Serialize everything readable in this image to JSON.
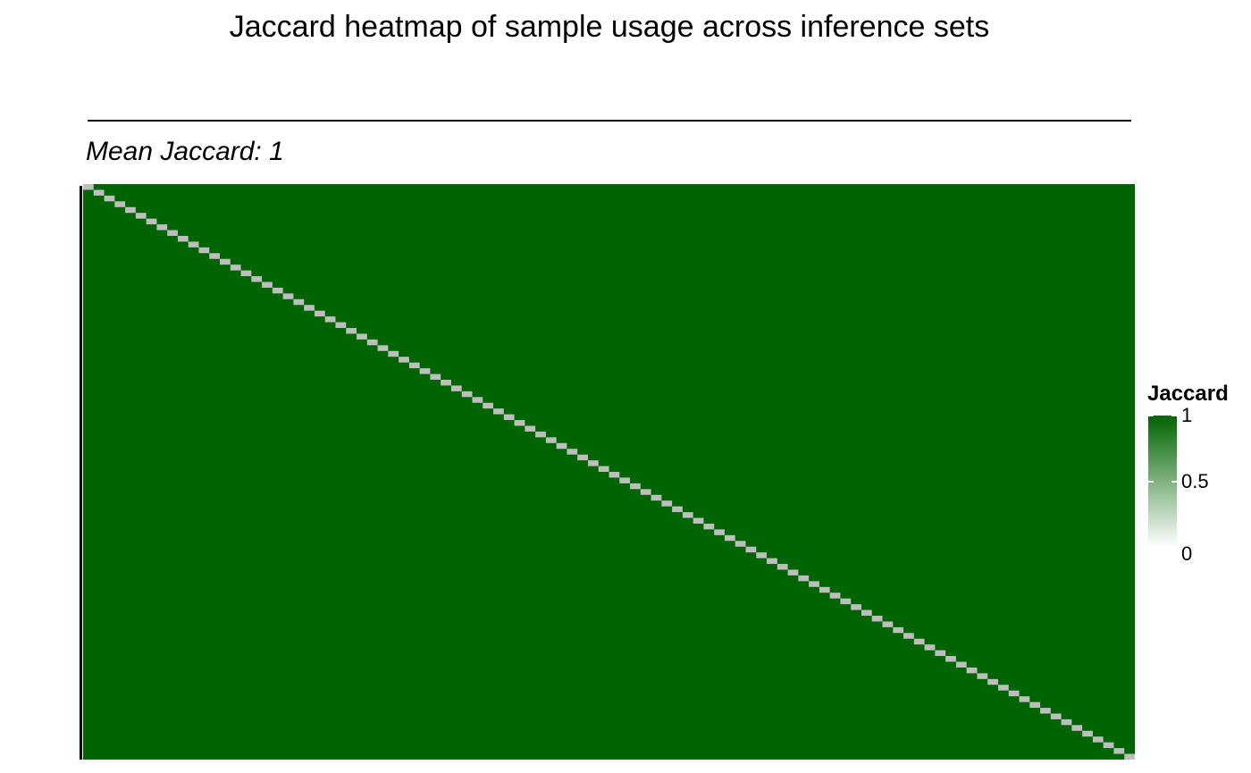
{
  "chart_data": {
    "type": "heatmap",
    "title": "Jaccard heatmap of sample usage across inference sets",
    "subtitle": "Mean Jaccard: 1",
    "n_samples": 100,
    "off_diagonal_value": 1,
    "diagonal_color": "#bebebe",
    "x_tick_labels": [],
    "y_tick_labels": [],
    "legend": {
      "title": "Jaccard",
      "placement": "right",
      "ticks": [
        {
          "value": 1,
          "label": "1"
        },
        {
          "value": 0.5,
          "label": "0.5"
        },
        {
          "value": 0,
          "label": "0"
        }
      ],
      "low_color": "#ffffff",
      "high_color": "#006400",
      "range": [
        0,
        1
      ]
    }
  }
}
